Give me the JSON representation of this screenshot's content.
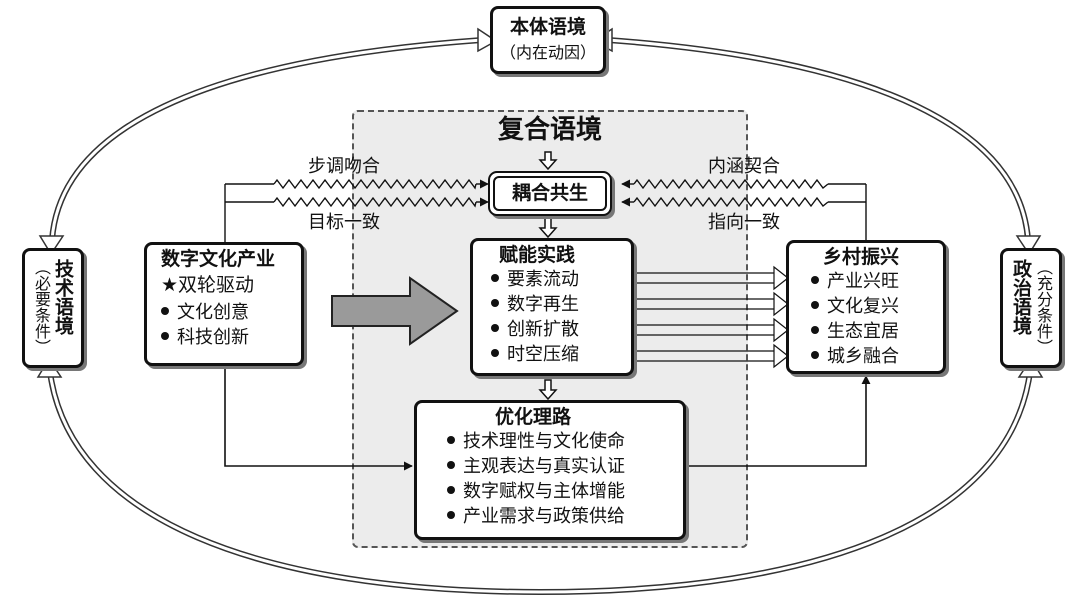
{
  "top": {
    "title": "本体语境",
    "subtitle": "（内在动因）"
  },
  "left": {
    "title": "技术语境",
    "subtitle": "（必要条件）"
  },
  "right": {
    "title": "政治语境",
    "subtitle": "（充分条件）"
  },
  "composite": {
    "title": "复合语境"
  },
  "coupling": {
    "title": "耦合共生"
  },
  "links": {
    "left_top": "步调吻合",
    "left_bottom": "目标一致",
    "right_top": "内涵契合",
    "right_bottom": "指向一致"
  },
  "digital": {
    "title": "数字文化产业",
    "highlight": "★双轮驱动",
    "items": [
      "文化创意",
      "科技创新"
    ]
  },
  "empower": {
    "title": "赋能实践",
    "items": [
      "要素流动",
      "数字再生",
      "创新扩散",
      "时空压缩"
    ]
  },
  "rural": {
    "title": "乡村振兴",
    "items": [
      "产业兴旺",
      "文化复兴",
      "生态宜居",
      "城乡融合"
    ]
  },
  "optimize": {
    "title": "优化理路",
    "items": [
      "技术理性与文化使命",
      "主观表达与真实认证",
      "数字赋权与主体增能",
      "产业需求与政策供给"
    ]
  }
}
